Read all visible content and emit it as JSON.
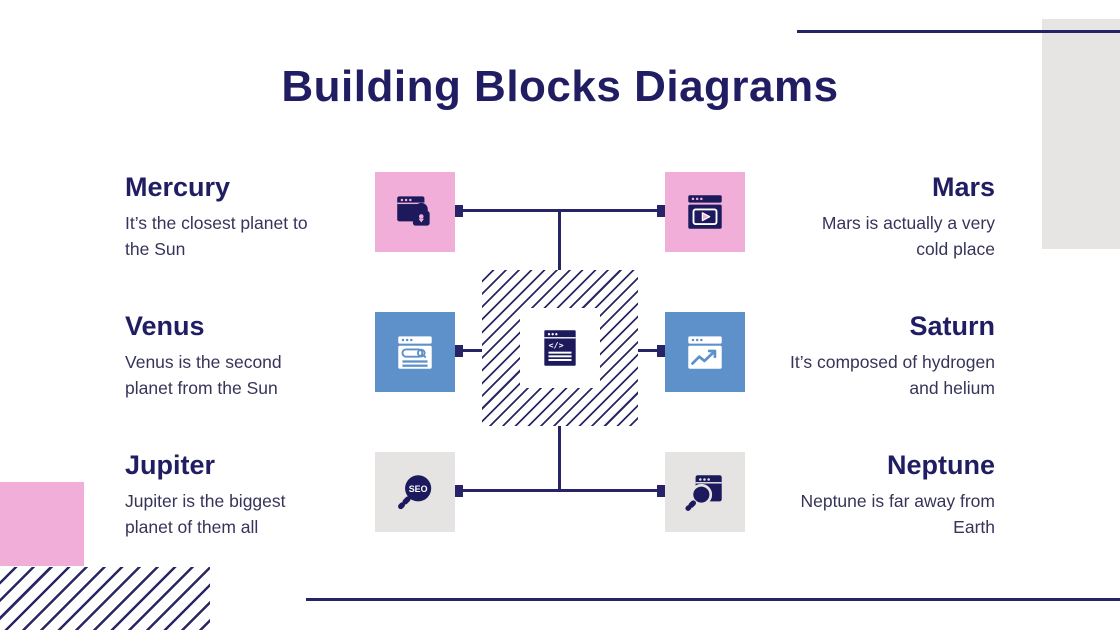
{
  "title": "Building Blocks Diagrams",
  "planets": {
    "left": [
      {
        "name": "Mercury",
        "description": "It’s the closest planet to the Sun",
        "tile_color": "pink",
        "icon": "browser-lock-icon"
      },
      {
        "name": "Venus",
        "description": "Venus is the second planet from the Sun",
        "tile_color": "blue",
        "icon": "browser-search-icon"
      },
      {
        "name": "Jupiter",
        "description": "Jupiter is the biggest planet of them all",
        "tile_color": "gray",
        "icon": "seo-magnifier-icon"
      }
    ],
    "right": [
      {
        "name": "Mars",
        "description": "Mars is actually a very cold place",
        "tile_color": "pink",
        "icon": "browser-video-icon"
      },
      {
        "name": "Saturn",
        "description": "It’s composed of hydrogen and helium",
        "tile_color": "blue",
        "icon": "browser-chart-icon"
      },
      {
        "name": "Neptune",
        "description": "Neptune is far away from Earth",
        "tile_color": "gray",
        "icon": "browser-zoom-icon"
      }
    ]
  },
  "center": {
    "icon": "code-browser-icon",
    "seo_label": "SEO"
  },
  "colors": {
    "navy": "#211d62",
    "body_text": "#363459",
    "connector": "#272367",
    "pink": "#f0aed8",
    "blue": "#5e90ca",
    "gray": "#e6e4e3"
  }
}
